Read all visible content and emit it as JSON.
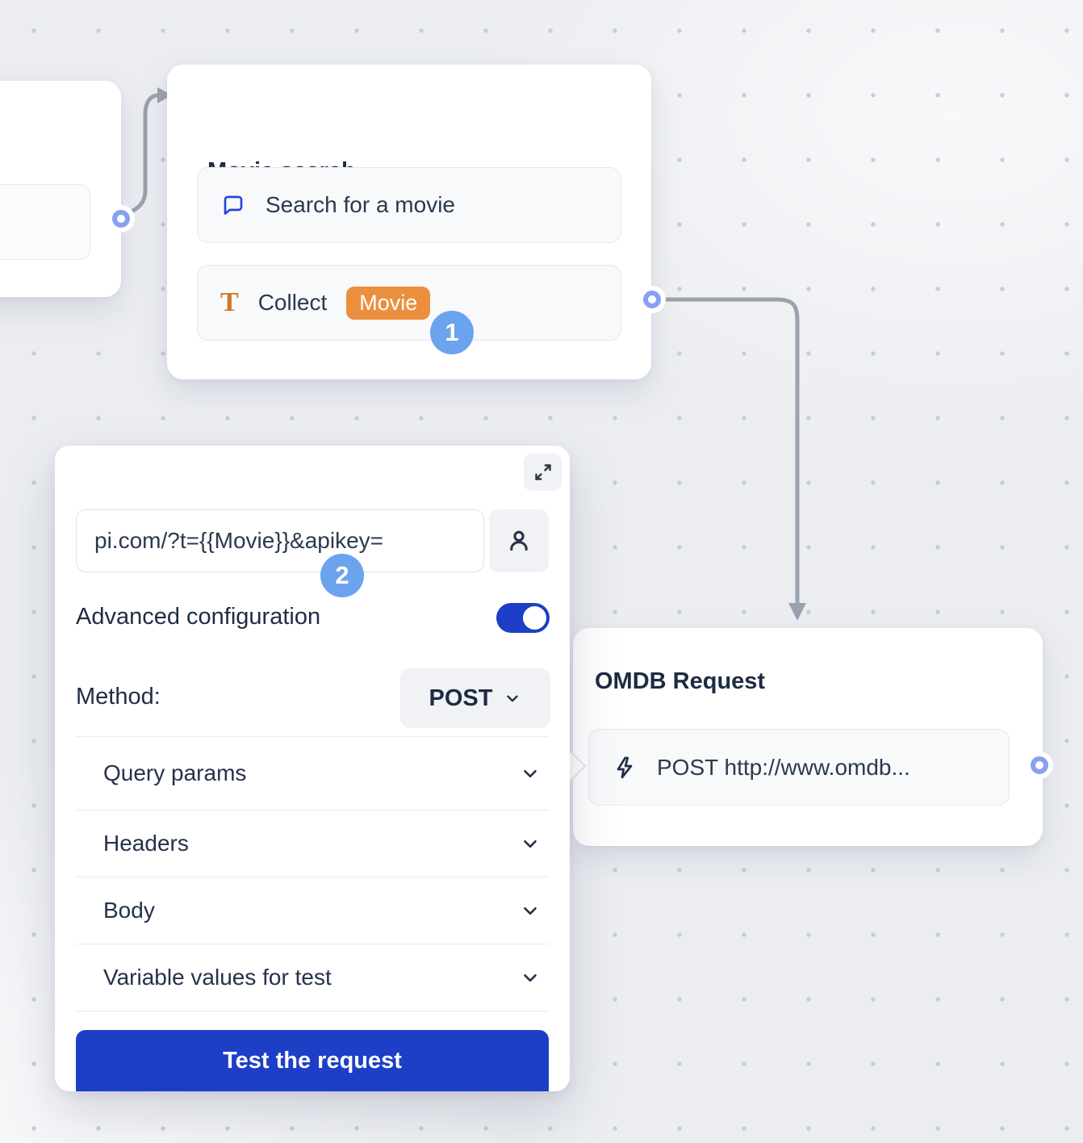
{
  "colors": {
    "accent_blue": "#1d3fc6",
    "step_badge_blue": "#6ba3ee",
    "variable_orange": "#eb8f3f",
    "port_blue": "#87a1f1",
    "connector_gray": "#9aa2ae",
    "canvas_bg": "#ebedf1"
  },
  "movie_node": {
    "title": "Movie search",
    "items": [
      {
        "icon": "chat-bubble-icon",
        "label": "Search for a movie"
      },
      {
        "icon": "text-input-icon",
        "label": "Collect",
        "variable_badge": "Movie"
      }
    ],
    "step_badge": "1"
  },
  "omdb_node": {
    "title": "OMDB Request",
    "item": {
      "icon": "lightning-icon",
      "label": "POST http://www.omdb..."
    }
  },
  "webhook_panel": {
    "url_value": "pi.com/?t={{Movie}}&apikey=",
    "step_badge": "2",
    "advanced_label": "Advanced configuration",
    "advanced_enabled": true,
    "method_label": "Method:",
    "method_value": "POST",
    "sections": [
      {
        "label": "Query params"
      },
      {
        "label": "Headers"
      },
      {
        "label": "Body"
      },
      {
        "label": "Variable values for test"
      }
    ],
    "test_button_label": "Test the request"
  }
}
